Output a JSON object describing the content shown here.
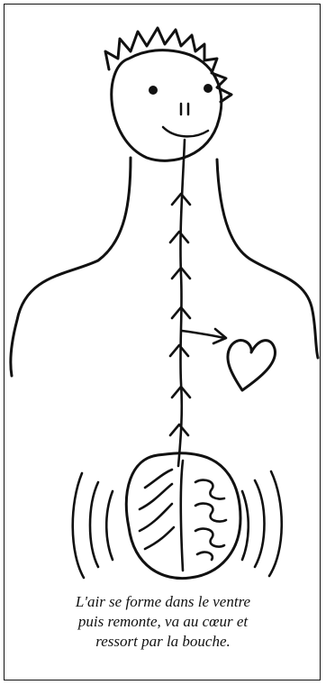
{
  "caption": {
    "line1": "L'air se forme dans le ventre",
    "line2": "puis remonte, va au cœur et",
    "line3": "ressort par la bouche."
  },
  "illustration": {
    "figure": "person",
    "elements": [
      "head",
      "hair",
      "eyes",
      "nose",
      "mouth",
      "torso",
      "air-path",
      "heart",
      "belly"
    ]
  },
  "colors": {
    "ink": "#111111",
    "background": "#ffffff"
  }
}
